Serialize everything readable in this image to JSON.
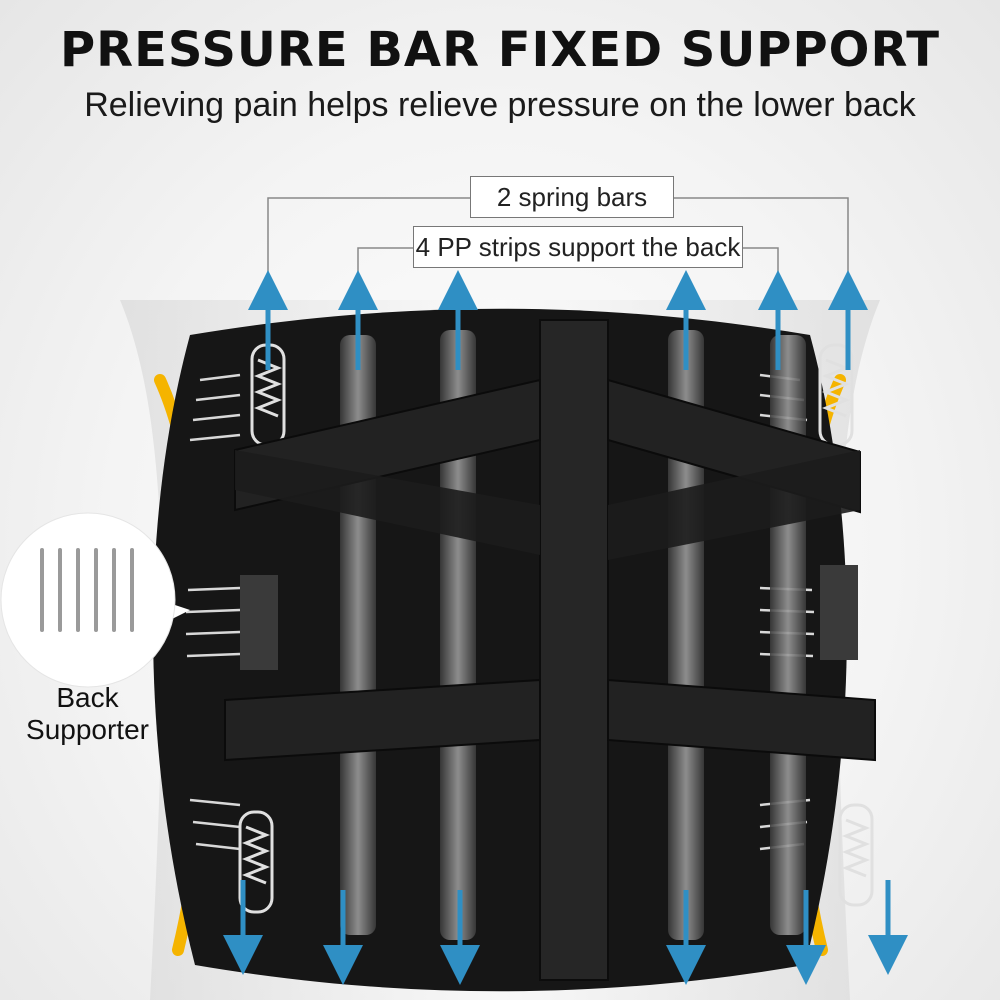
{
  "header": {
    "title": "PRESSURE BAR FIXED SUPPORT",
    "subtitle": "Relieving pain helps relieve pressure on the lower back"
  },
  "callouts": {
    "spring_bars": "2 spring bars",
    "pp_strips": "4 PP strips support the back"
  },
  "inset": {
    "label_line1": "Back",
    "label_line2": "Supporter"
  },
  "colors": {
    "arrow": "#2f8fc4",
    "belt": "#161616",
    "accent_curve": "#f5b400"
  },
  "icons": [
    "up-arrow-icon",
    "down-arrow-icon"
  ]
}
